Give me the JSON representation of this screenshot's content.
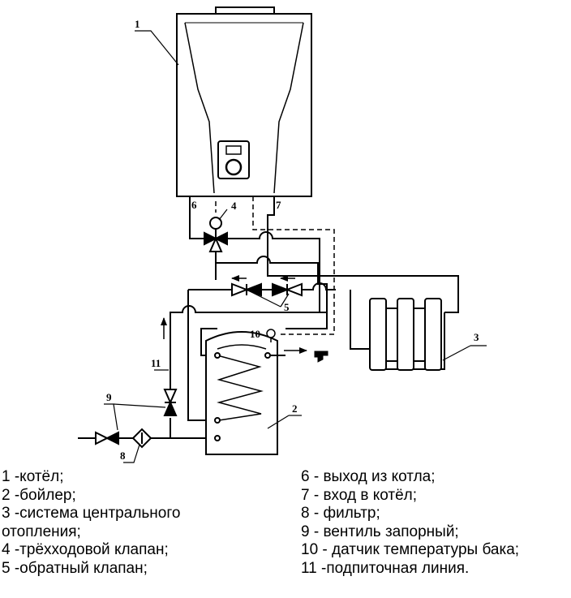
{
  "labels": {
    "n1": "1",
    "n2": "2",
    "n3": "3",
    "n4": "4",
    "n5": "5",
    "n6": "6",
    "n7": "7",
    "n8": "8",
    "n9": "9",
    "n10": "10",
    "n11": "11"
  },
  "legend": {
    "left": [
      "1 -котёл;",
      "2 -бойлер;",
      "3 -система центрального",
      "отопления;",
      "4 -трёхходовой клапан;",
      "5 -обратный клапан;"
    ],
    "right": [
      "6 - выход из котла;",
      "7 - вход в котёл;",
      "8 - фильтр;",
      "9 - вентиль запорный;",
      "10 - датчик температуры бака;",
      "11 -подпиточная линия."
    ]
  }
}
